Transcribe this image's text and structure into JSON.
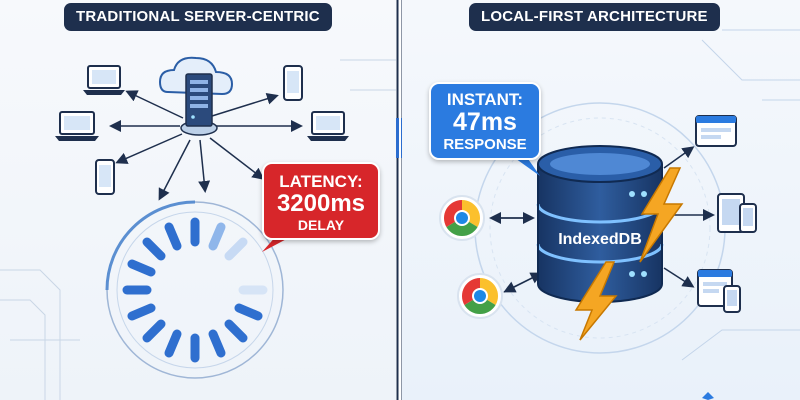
{
  "left": {
    "title": "TRADITIONAL SERVER-CENTRIC",
    "latency": {
      "line1": "LATENCY:",
      "line2": "3200ms",
      "line3": "DELAY"
    }
  },
  "right": {
    "title": "LOCAL-FIRST ARCHITECTURE",
    "instant": {
      "line1": "INSTANT:",
      "line2": "47ms",
      "line3": "RESPONSE"
    },
    "db_label": "IndexedDB"
  },
  "colors": {
    "navy": "#1e2f4d",
    "red": "#d7262a",
    "blue": "#2b7be0",
    "db_dark": "#1f3f73",
    "lightning": "#f5a623"
  },
  "icons": [
    "cloud-icon",
    "server-icon",
    "laptop-icon",
    "phone-icon",
    "loading-spinner-icon",
    "database-icon",
    "chrome-icon",
    "lightning-icon",
    "browser-window-icon",
    "tablet-icon"
  ]
}
